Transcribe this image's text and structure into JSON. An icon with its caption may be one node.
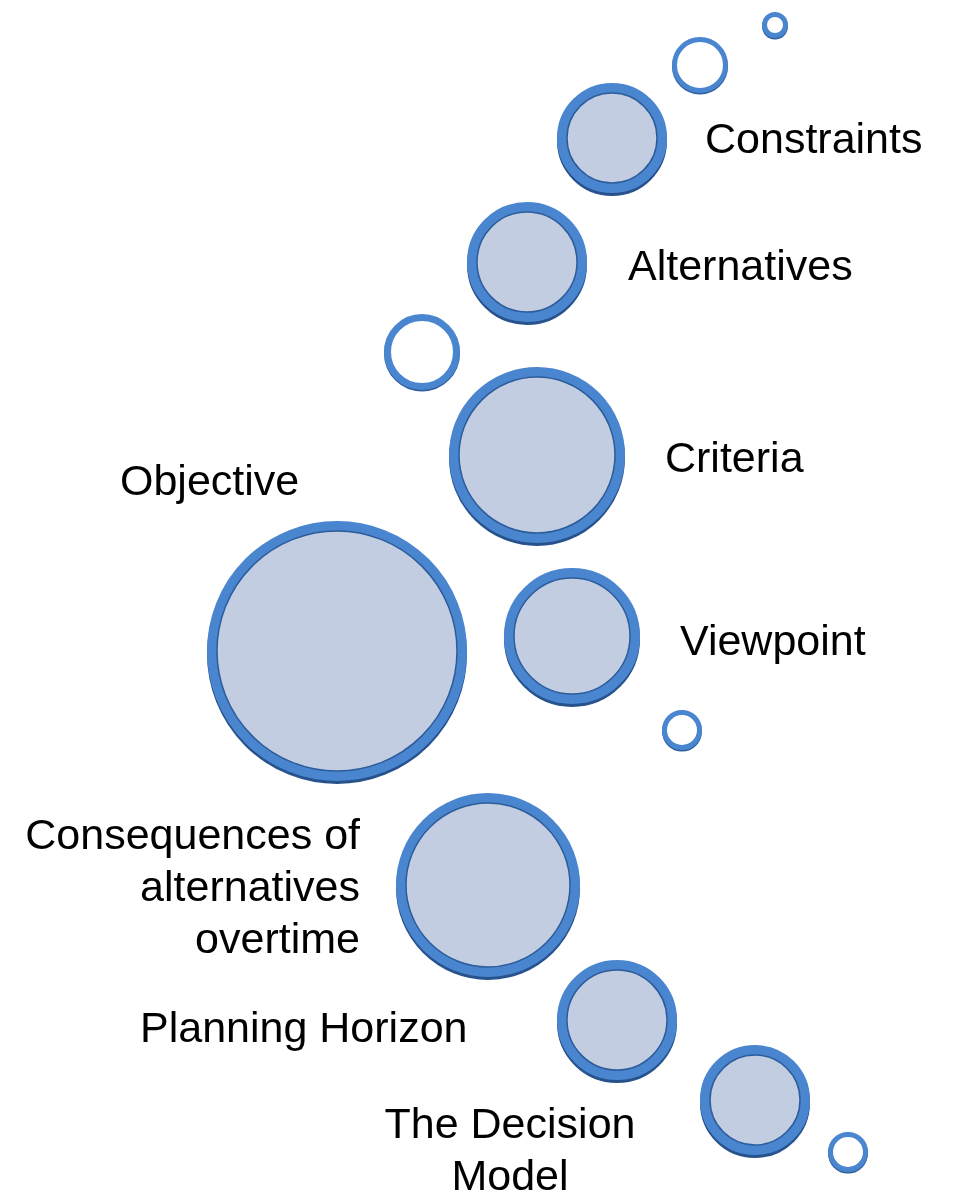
{
  "diagram": {
    "nodes": [
      {
        "text": [],
        "shape": "circle"
      },
      {
        "text": [],
        "shape": "circle"
      },
      {
        "text": [
          "Constraints"
        ]
      },
      {
        "text": [
          "Alternatives"
        ]
      },
      {
        "text": [],
        "shape": "circle"
      },
      {
        "text": [
          "Criteria"
        ]
      },
      {
        "text": [
          "Objective"
        ]
      },
      {
        "text": [
          "Viewpoint"
        ]
      },
      {
        "text": [],
        "shape": "circle"
      },
      {
        "text": [
          "Consequences of alternatives overtime"
        ]
      },
      {
        "text": [
          "Planning Horizon"
        ]
      },
      {
        "text": [
          "The Decision Model"
        ]
      },
      {
        "text": [],
        "shape": "circle"
      }
    ]
  }
}
